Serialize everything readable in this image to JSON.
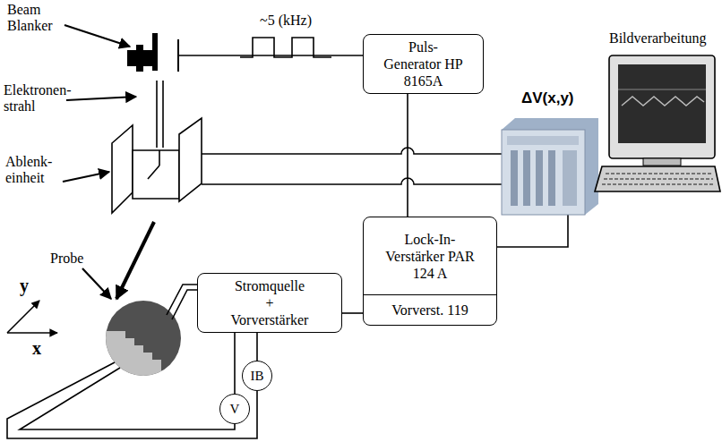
{
  "diagram": {
    "nodes": [
      {
        "text": [
          "Puls- Generator HP 8165A"
        ]
      },
      {
        "text": [
          "Lock-In- Verstärker PAR 124 A",
          "Vorverst. 119"
        ]
      },
      {
        "text": [
          "Stromquelle + Vorverstärker"
        ]
      },
      {
        "text": [
          "V"
        ]
      },
      {
        "text": [
          "IB"
        ]
      }
    ],
    "edges": [
      {
        "from": 0,
        "to": 1,
        "arrow": "none"
      },
      {
        "from": 2,
        "to": 1,
        "arrow": "none"
      },
      {
        "from": 2,
        "to": 3,
        "arrow": "none"
      },
      {
        "from": 2,
        "to": 4,
        "arrow": "none"
      }
    ],
    "labels": [
      "Beam Blanker",
      "~5 (kHz)",
      "Elektronen- strahl",
      "Ablenk- einheit",
      "Probe",
      "y",
      "x",
      "ΔV(x,y)",
      "Bildverarbeitung"
    ]
  }
}
